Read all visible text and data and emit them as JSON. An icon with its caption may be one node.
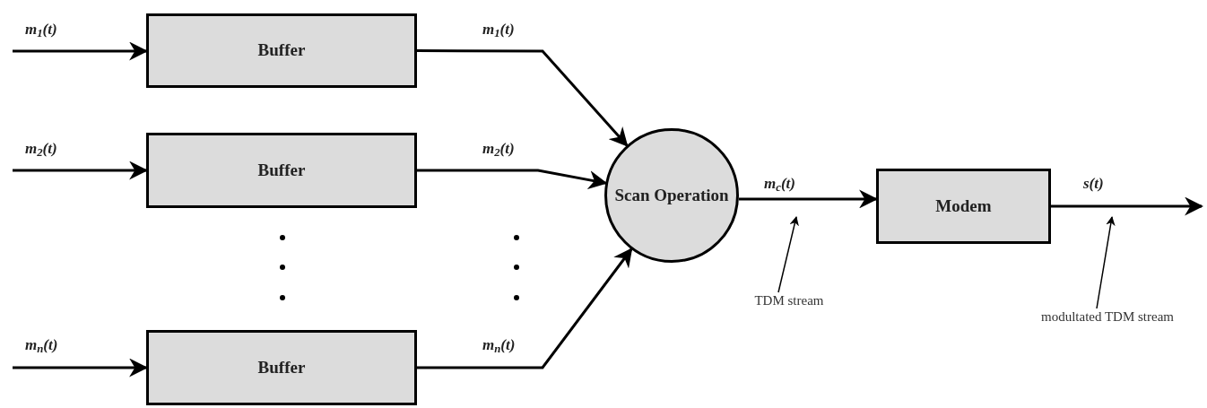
{
  "diagram": {
    "nodes": [
      {
        "text": [
          "Buffer"
        ]
      },
      {
        "text": [
          "Buffer"
        ]
      },
      {
        "text": [
          "Buffer"
        ]
      },
      {
        "text": [
          "Scan Operation"
        ]
      },
      {
        "text": [
          "Modem"
        ]
      },
      {
        "text": [
          "TDM stream"
        ]
      },
      {
        "text": [
          "modultated TDM stream"
        ]
      }
    ],
    "edges": [
      {
        "from": null,
        "to": 0,
        "arrow": "to",
        "label": "m$_{1}$(t)"
      },
      {
        "from": null,
        "to": 1,
        "arrow": "to",
        "label": "m$_{2}$(t)"
      },
      {
        "from": null,
        "to": 2,
        "arrow": "to",
        "label": "m$_{n}$(t)"
      },
      {
        "from": 0,
        "to": 3,
        "arrow": "to",
        "label": "m$_{1}$(t)"
      },
      {
        "from": 1,
        "to": 3,
        "arrow": "to",
        "label": "m$_{2}$(t)"
      },
      {
        "from": 2,
        "to": 3,
        "arrow": "to",
        "label": "m$_{n}$(t)"
      },
      {
        "from": 3,
        "to": 4,
        "arrow": "to",
        "label": "m$_{c}$(t)"
      },
      {
        "from": 4,
        "to": null,
        "arrow": "to",
        "label": "s(t)"
      },
      {
        "from": 5,
        "to": null,
        "arrow": "to"
      },
      {
        "from": 6,
        "to": null,
        "arrow": "to"
      }
    ]
  }
}
